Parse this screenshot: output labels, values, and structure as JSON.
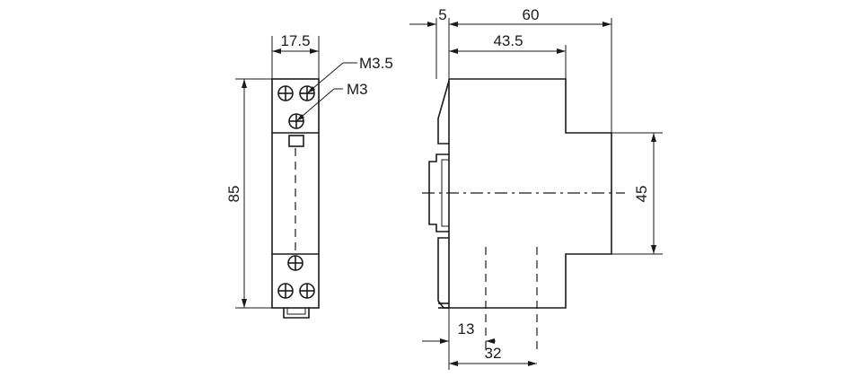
{
  "front_view": {
    "width_label": "17.5",
    "height_label": "85",
    "screw_large_label": "M3.5",
    "screw_small_label": "M3"
  },
  "side_view": {
    "clip_label": "5",
    "depth_label": "60",
    "front_depth_label": "43.5",
    "front_height_label": "45",
    "rail_offset_label": "13",
    "rail_span_label": "32"
  }
}
